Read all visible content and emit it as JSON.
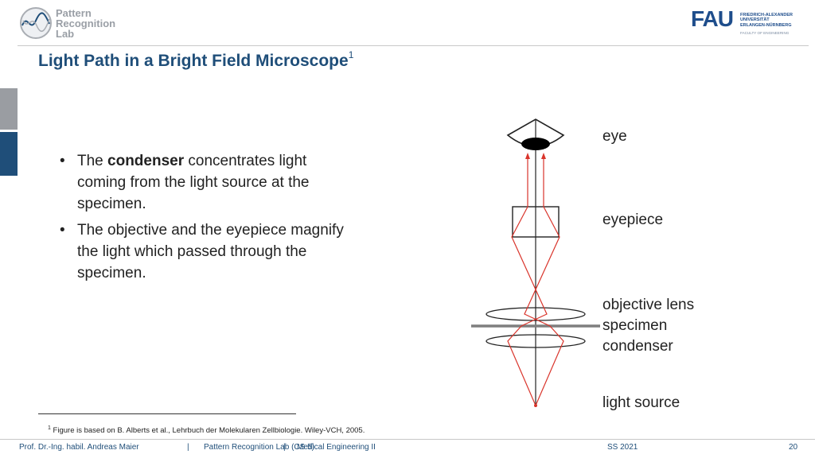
{
  "header": {
    "lab_logo": {
      "lines": [
        "Pattern",
        "Recognition",
        "Lab"
      ],
      "icon": "pattern-recognition-logo-icon"
    },
    "university_logo": {
      "mark": "FAU",
      "lines": [
        "FRIEDRICH-ALEXANDER",
        "UNIVERSITÄT",
        "ERLANGEN-NÜRNBERG"
      ],
      "faculty": "FACULTY OF ENGINEERING"
    }
  },
  "slide": {
    "title": "Light Path in a Bright Field Microscope",
    "title_footnote_mark": "1",
    "bullets": [
      {
        "before": "The ",
        "bold": "condenser",
        "after": " concentrates light coming from the light source at the specimen."
      },
      {
        "before": "The objective and the eyepiece magnify the light which passed through the specimen.",
        "bold": "",
        "after": ""
      }
    ],
    "bullet_symbol": "•"
  },
  "diagram": {
    "labels": {
      "eye": "eye",
      "eyepiece": "eyepiece",
      "objective": "objective lens",
      "specimen": "specimen",
      "condenser": "condenser",
      "light_source": "light source"
    },
    "colors": {
      "ray": "#d9342b",
      "axis": "#222222",
      "specimen": "#7f7f7f"
    }
  },
  "footnote": {
    "mark": "1",
    "text": "Figure is based on B. Alberts et al., Lehrbuch der Molekularen Zellbiologie. Wiley-VCH, 2005."
  },
  "footer": {
    "author": "Prof. Dr.-Ing. habil. Andreas Maier",
    "sep1": "|",
    "lab": "Pattern Recognition Lab (CS 5)",
    "sep2": "|",
    "course": "Medical Engineering II",
    "semester": "SS 2021",
    "page": "20"
  },
  "colors": {
    "title": "#1f4e79",
    "fau_blue": "#1f4e8c",
    "side_grey": "#9a9da2"
  }
}
